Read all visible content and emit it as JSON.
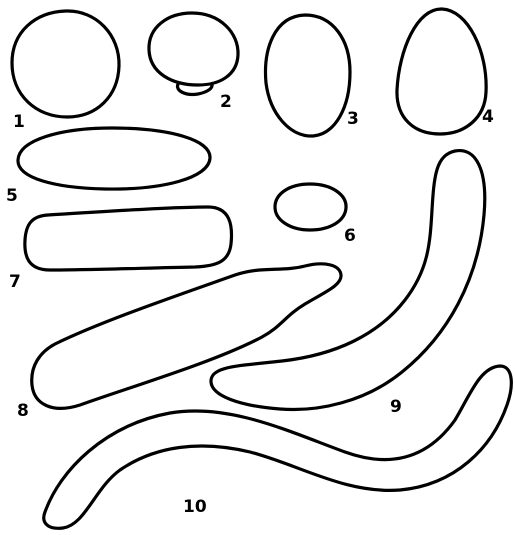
{
  "shapes": [
    {
      "id": "1",
      "label": "1",
      "form": "round blob"
    },
    {
      "id": "2",
      "label": "2",
      "form": "round blob with small bud"
    },
    {
      "id": "3",
      "label": "3",
      "form": "oval"
    },
    {
      "id": "4",
      "label": "4",
      "form": "egg"
    },
    {
      "id": "5",
      "label": "5",
      "form": "flat ellipse"
    },
    {
      "id": "6",
      "label": "6",
      "form": "small oval"
    },
    {
      "id": "7",
      "label": "7",
      "form": "rounded rectangle"
    },
    {
      "id": "8",
      "label": "8",
      "form": "elongated rod"
    },
    {
      "id": "9",
      "label": "9",
      "form": "curved crescent"
    },
    {
      "id": "10",
      "label": "10",
      "form": "long wavy worm"
    }
  ],
  "colors": {
    "outline": "#000000",
    "background": "#ffffff"
  }
}
